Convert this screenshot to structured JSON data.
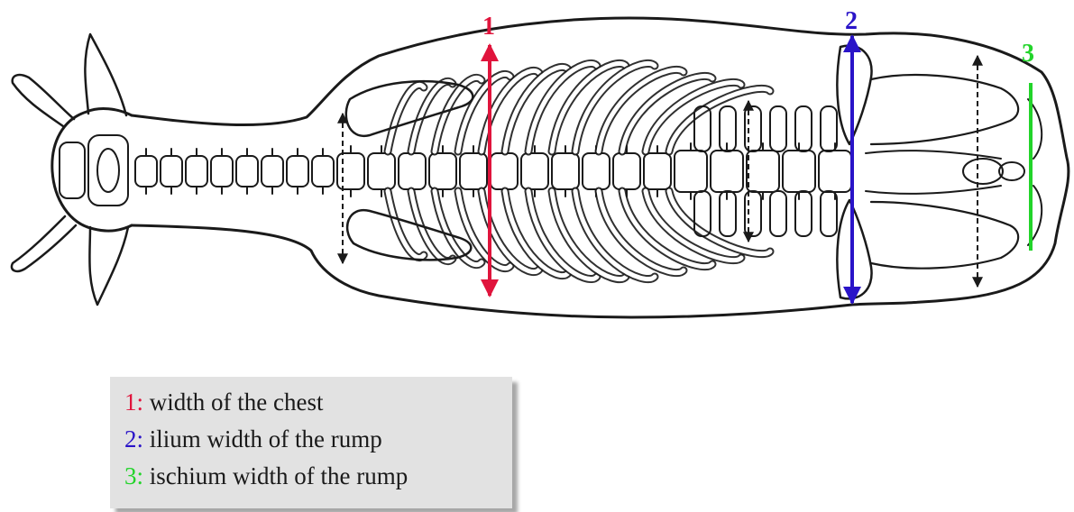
{
  "colors": {
    "chest": "#e0143c",
    "ilium": "#2a14c8",
    "ischium": "#22d42a",
    "ink": "#1a1a1a",
    "legend_bg": "#e2e2e2"
  },
  "markers": [
    {
      "id": "1",
      "label": "1",
      "color": "#e0143c"
    },
    {
      "id": "2",
      "label": "2",
      "color": "#2a14c8"
    },
    {
      "id": "3",
      "label": "3",
      "color": "#22d42a"
    }
  ],
  "legend": {
    "items": [
      {
        "number": "1",
        "separator": ":",
        "text": " width of the chest",
        "color": "#e0143c"
      },
      {
        "number": "2",
        "separator": ":",
        "text": " ilium width of the rump",
        "color": "#2a14c8"
      },
      {
        "number": "3",
        "separator": ":",
        "text": " ischium width of the rump",
        "color": "#22d42a"
      }
    ]
  }
}
